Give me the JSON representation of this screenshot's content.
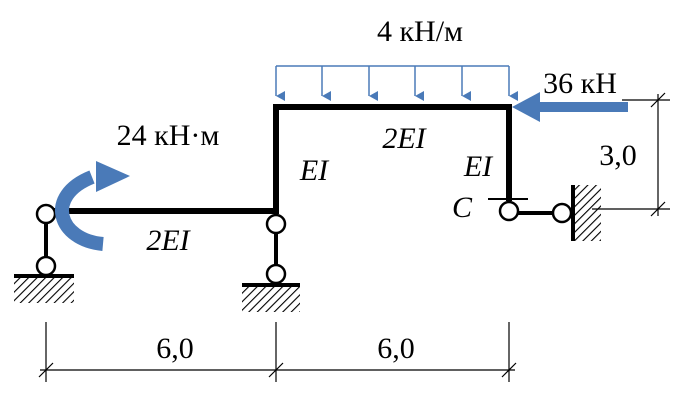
{
  "loads": {
    "distributed": "4 кН/м",
    "force": "36 кН",
    "moment": "24 кН·м"
  },
  "stiffness": {
    "left_beam": "2EI",
    "left_column": "EI",
    "top_beam": "2EI",
    "right_column": "EI"
  },
  "nodes": {
    "c_label": "C"
  },
  "dimensions": {
    "left_span": "6,0",
    "right_span": "6,0",
    "height": "3,0"
  },
  "colors": {
    "load": "#4a7ab8",
    "frame": "#000000"
  }
}
